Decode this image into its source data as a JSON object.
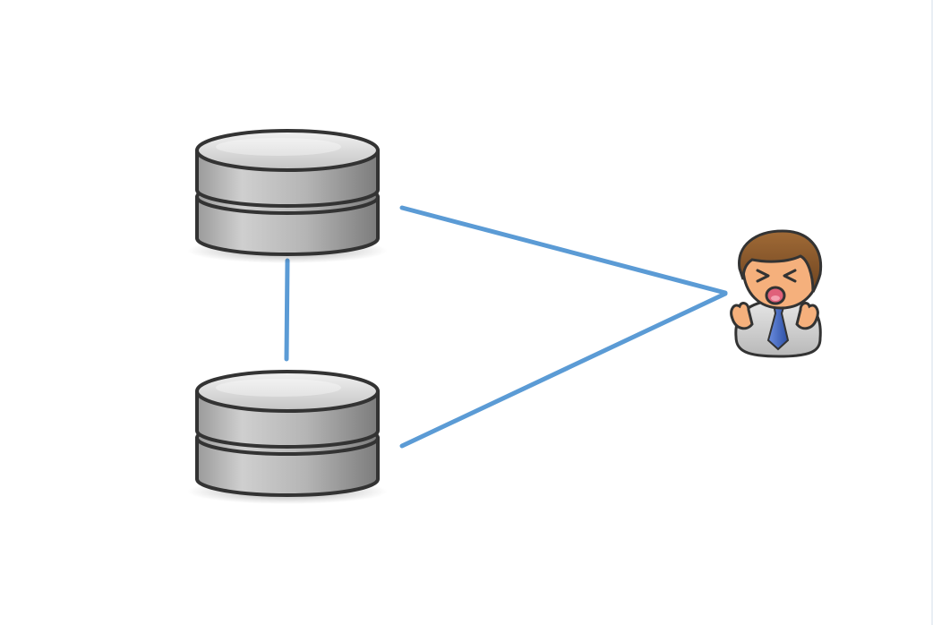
{
  "diagram": {
    "nodes": [
      {
        "id": "db-primary",
        "kind": "database",
        "icon": "database-icon"
      },
      {
        "id": "db-secondary",
        "kind": "database",
        "icon": "database-icon"
      },
      {
        "id": "user",
        "kind": "person",
        "icon": "angry-user-icon"
      }
    ],
    "edges": [
      {
        "from": "db-primary",
        "to": "db-secondary"
      },
      {
        "from": "db-primary",
        "to": "user"
      },
      {
        "from": "db-secondary",
        "to": "user"
      }
    ]
  },
  "colors": {
    "connector": "#5b9bd5",
    "db_outline": "#333333",
    "db_light": "#dcdcdc",
    "db_dark": "#8a8a8a",
    "skin": "#f5b07c",
    "hair": "#8b5a2b",
    "shirt": "#d5d5d5",
    "tie": "#3f62b8"
  }
}
